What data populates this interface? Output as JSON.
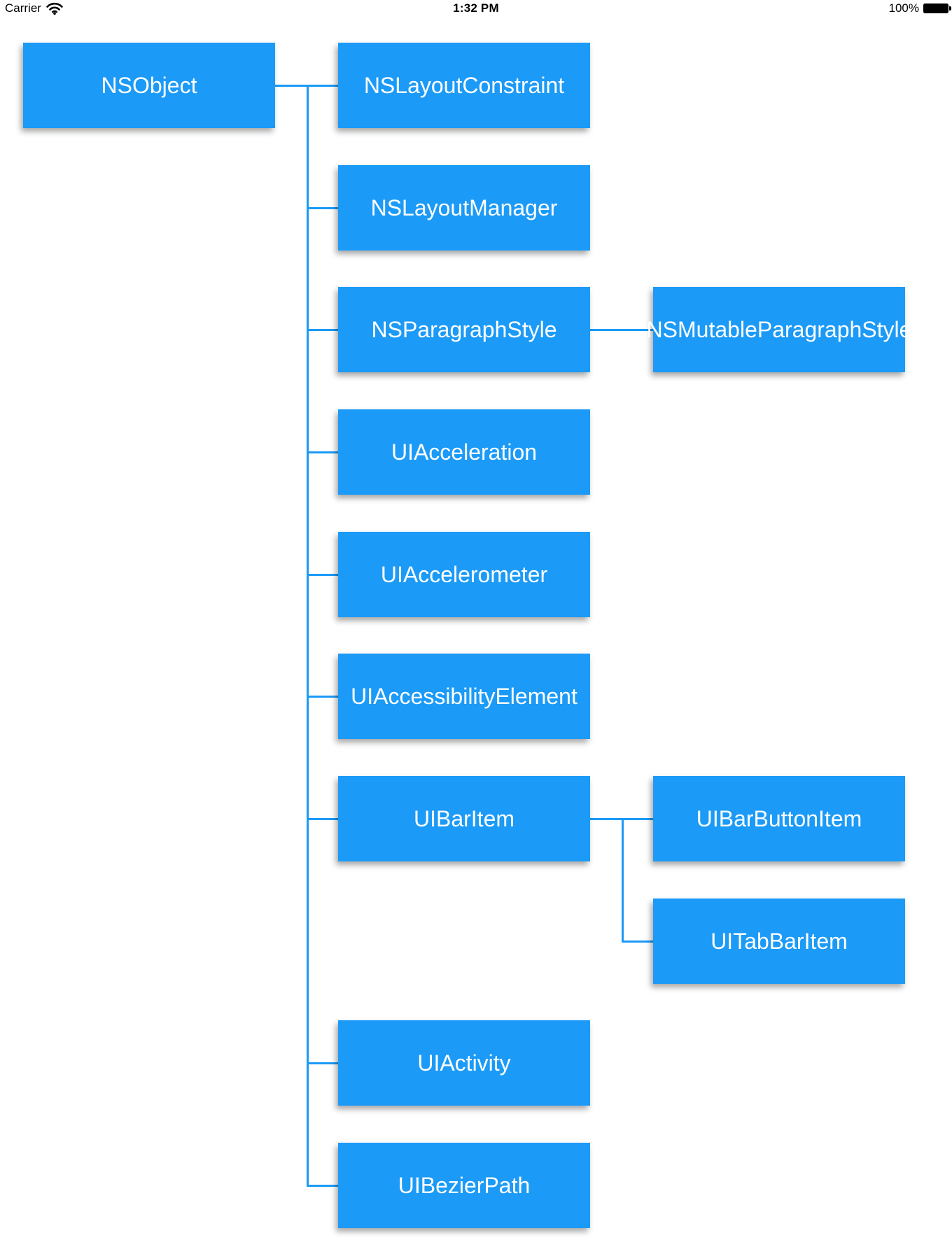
{
  "status_bar": {
    "carrier": "Carrier",
    "time": "1:32 PM",
    "battery_percent": "100%",
    "battery_level": 1.0,
    "wifi_icon": "wifi-icon",
    "battery_icon": "battery-icon",
    "text_color": "#000000"
  },
  "diagram": {
    "colors": {
      "node_fill": "#1B9AF7",
      "connector": "#1B9AF7",
      "node_text": "#FFFFFF",
      "background": "#FFFFFF"
    },
    "tree": {
      "label": "NSObject",
      "children": [
        {
          "label": "NSLayoutConstraint"
        },
        {
          "label": "NSLayoutManager"
        },
        {
          "label": "NSParagraphStyle",
          "children": [
            {
              "label": "NSMutableParagraphStyle"
            }
          ]
        },
        {
          "label": "UIAcceleration"
        },
        {
          "label": "UIAccelerometer"
        },
        {
          "label": "UIAccessibilityElement"
        },
        {
          "label": "UIBarItem",
          "children": [
            {
              "label": "UIBarButtonItem"
            },
            {
              "label": "UITabBarItem"
            }
          ]
        },
        {
          "label": "UIActivity"
        },
        {
          "label": "UIBezierPath"
        }
      ]
    }
  }
}
